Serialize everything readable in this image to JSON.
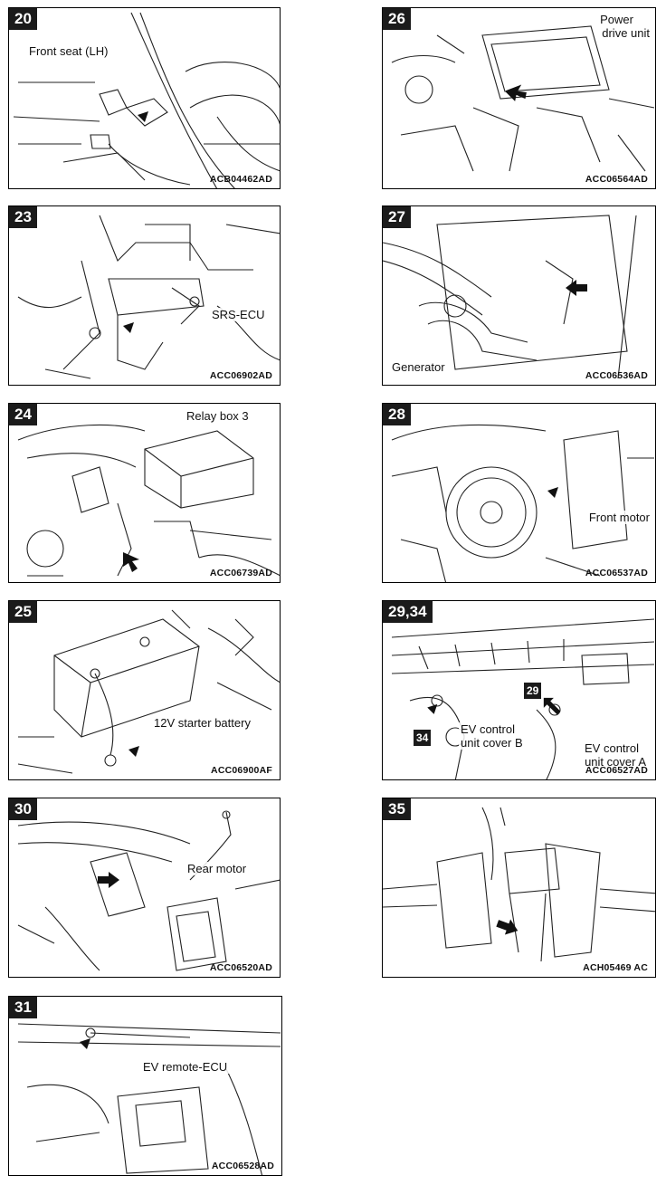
{
  "panels": {
    "p20": {
      "num": "20",
      "code": "ACB04462AD",
      "labels": [
        "Front seat (LH)"
      ]
    },
    "p23": {
      "num": "23",
      "code": "ACC06902AD",
      "labels": [
        "SRS-ECU"
      ]
    },
    "p24": {
      "num": "24",
      "code": "ACC06739AD",
      "labels": [
        "Relay box 3"
      ]
    },
    "p25": {
      "num": "25",
      "code": "ACC06900AF",
      "labels": [
        "12V starter battery"
      ]
    },
    "p30": {
      "num": "30",
      "code": "ACC06520AD",
      "labels": [
        "Rear motor"
      ]
    },
    "p31": {
      "num": "31",
      "code": "ACC06528AD",
      "labels": [
        "EV remote-ECU"
      ]
    },
    "p26": {
      "num": "26",
      "code": "ACC06564AD",
      "labels": [
        "Power",
        "drive unit"
      ]
    },
    "p27": {
      "num": "27",
      "code": "ACC06536AD",
      "labels": [
        "Generator"
      ]
    },
    "p28": {
      "num": "28",
      "code": "ACC06537AD",
      "labels": [
        "Front motor"
      ]
    },
    "p29": {
      "num": "29,34",
      "code": "ACC06527AD",
      "labels": [
        "EV control",
        "unit cover B",
        "EV control",
        "unit cover A"
      ],
      "mini": [
        "29",
        "34"
      ]
    },
    "p35": {
      "num": "35",
      "code": "ACH05469 AC",
      "labels": []
    }
  }
}
